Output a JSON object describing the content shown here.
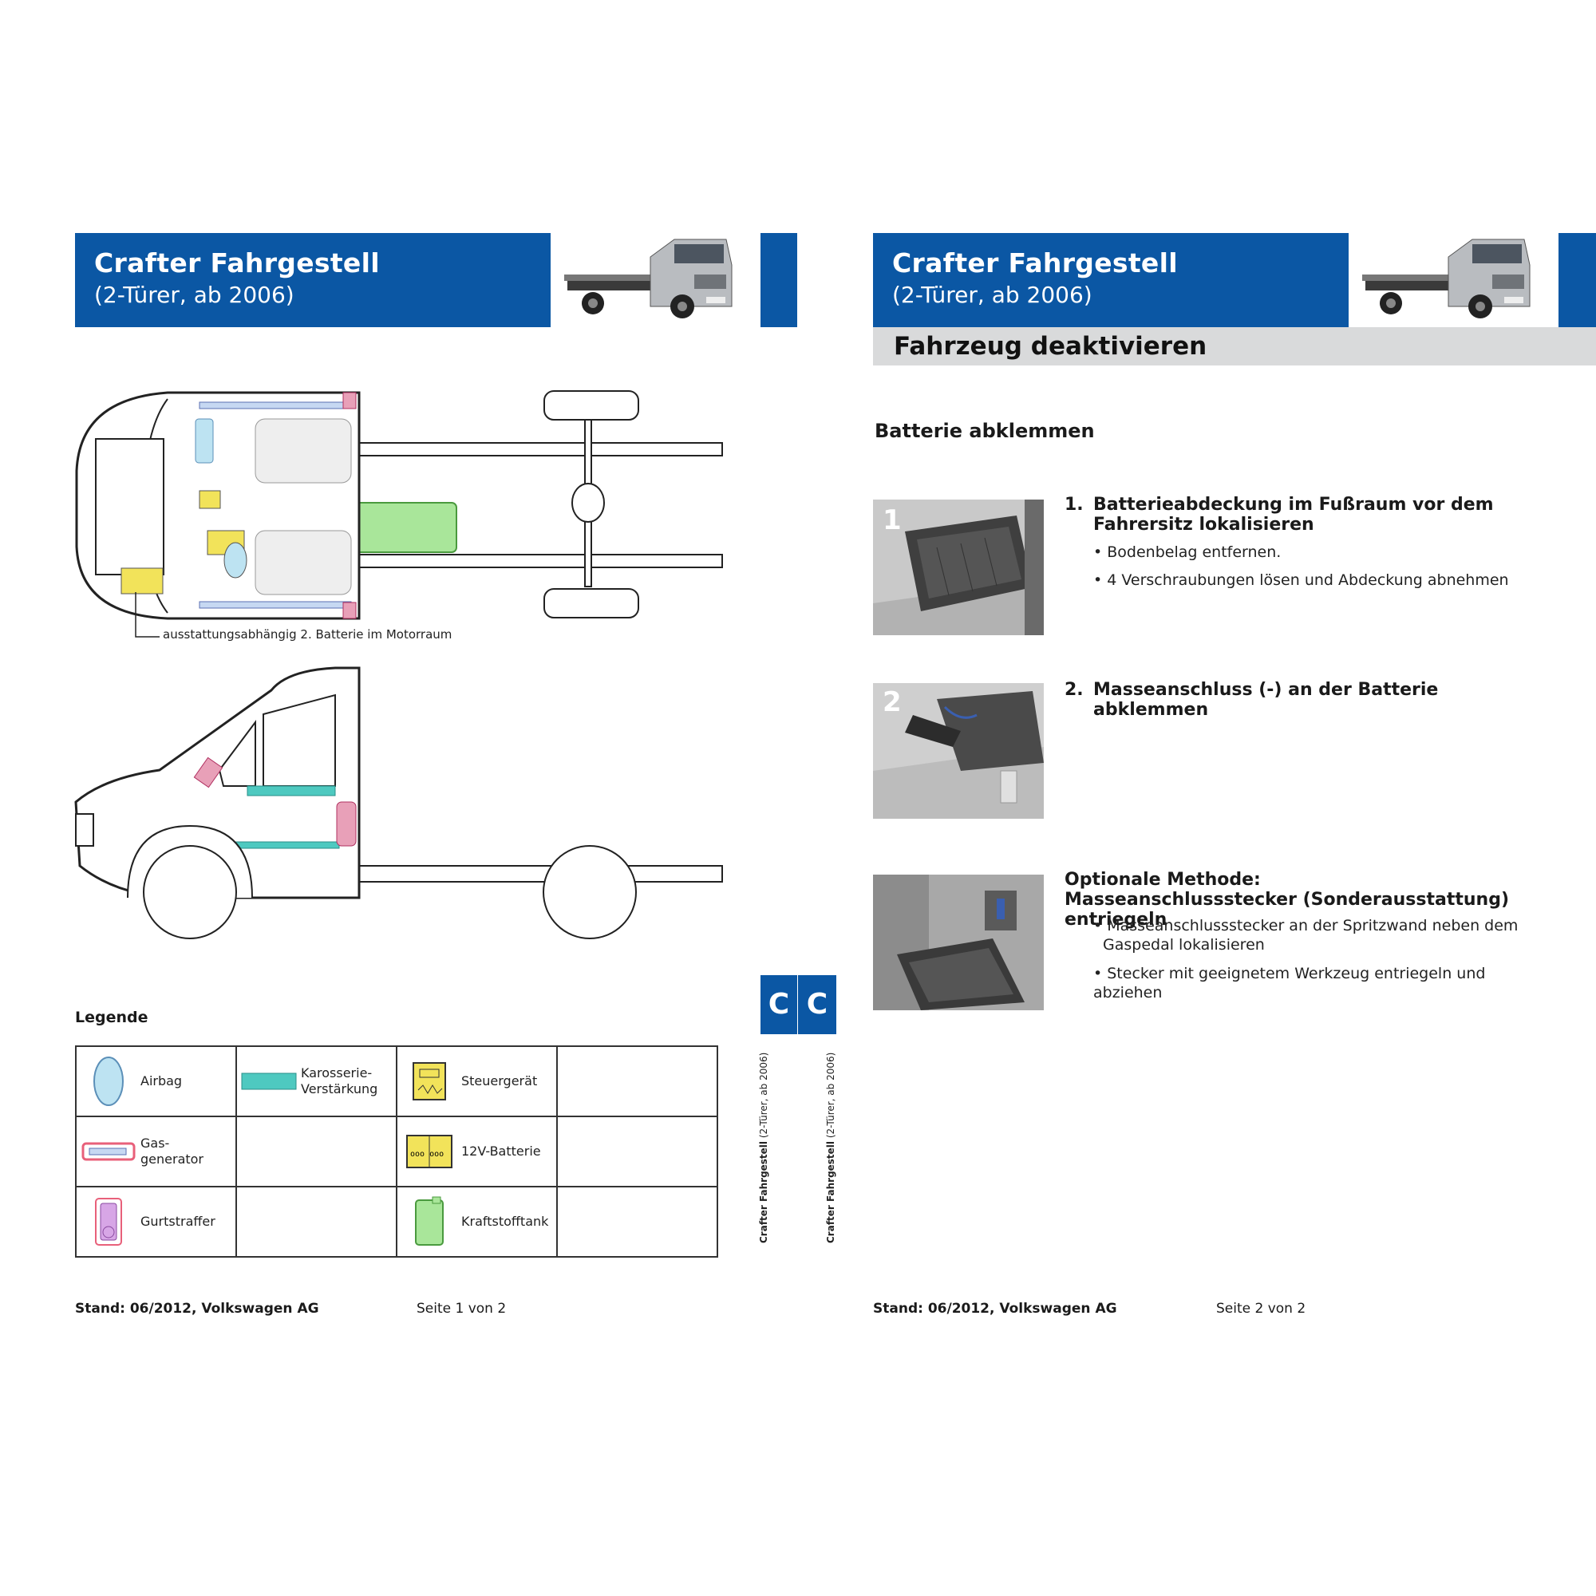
{
  "page1": {
    "banner": {
      "title": "Crafter Fahrgestell",
      "subtitle": "(2-Türer, ab 2006)"
    },
    "diagram_note": "ausstattungsabhängig 2. Batterie im Motorraum",
    "legend": {
      "title": "Legende",
      "items": [
        {
          "label": "Airbag",
          "icon": "airbag-icon",
          "color": "#bde3f2"
        },
        {
          "label": "Karosserie-\nVerstärkung",
          "icon": "body-reinforcement-icon",
          "color": "#4ec9c0"
        },
        {
          "label": "Steuergerät",
          "icon": "control-unit-icon",
          "color": "#f2e35a"
        },
        {
          "label": "Gas-\ngenerator",
          "icon": "gas-generator-icon",
          "color": "#e8607a"
        },
        {
          "label": "12V-Batterie",
          "icon": "battery-icon",
          "color": "#f2e35a"
        },
        {
          "label": "Gurtstraffer",
          "icon": "belt-tensioner-icon",
          "color": "#d7a6e6"
        },
        {
          "label": "Kraftstofftank",
          "icon": "fuel-tank-icon",
          "color": "#a9e69a"
        }
      ]
    },
    "footer": {
      "left": "Stand: 06/2012, Volkswagen AG",
      "right": "Seite 1 von 2"
    }
  },
  "side_tabs": {
    "letters": [
      "C",
      "C"
    ],
    "vertical_text_bold": "Crafter Fahrgestell",
    "vertical_text": " (2-Türer, ab 2006)"
  },
  "page2": {
    "banner": {
      "title": "Crafter Fahrgestell",
      "subtitle": "(2-Türer, ab 2006)"
    },
    "section_title": "Fahrzeug deaktivieren",
    "heading": "Batterie abklemmen",
    "steps": [
      {
        "photo_number": "1",
        "number": "1.",
        "title": "Batterieabdeckung im Fußraum vor dem Fahrersitz lokalisieren",
        "bullets": [
          "• Bodenbelag entfernen.",
          "• 4 Verschraubungen lösen und Abdeckung abnehmen"
        ]
      },
      {
        "photo_number": "2",
        "number": "2.",
        "title": "Masseanschluss (-) an der Batterie abklemmen",
        "bullets": []
      },
      {
        "photo_number": "",
        "number": "",
        "title_line1": "Optionale Methode:",
        "title_line2": "Masseanschlussstecker (Sonderausstattung) entriegeln",
        "bullets": [
          "• Masseanschlussstecker an der Spritzwand neben dem Gaspedal lokalisieren",
          "• Stecker mit geeignetem Werkzeug entriegeln und abziehen"
        ]
      }
    ],
    "footer": {
      "left": "Stand: 06/2012, Volkswagen AG",
      "right": "Seite 2 von 2"
    }
  },
  "colors": {
    "vw_blue": "#0b57a4",
    "gray_bar": "#d9dadb"
  }
}
